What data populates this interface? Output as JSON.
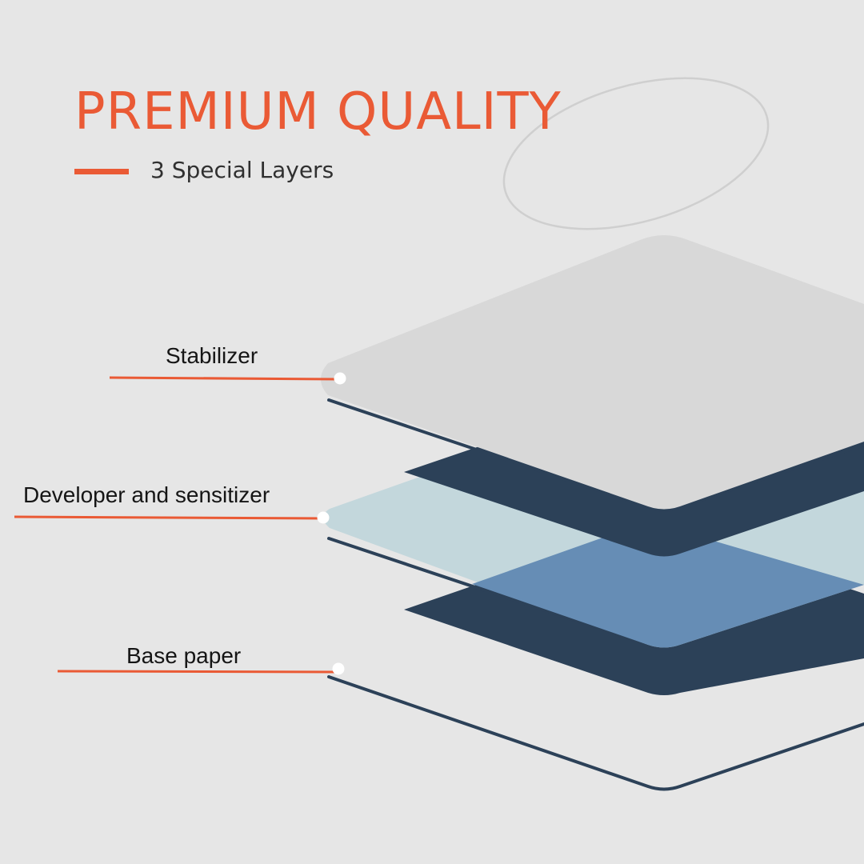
{
  "header": {
    "title": "PREMIUM QUALITY",
    "subtitle": "3 Special Layers"
  },
  "layers": [
    {
      "label": "Stabilizer",
      "color": "#d8d8d8"
    },
    {
      "label": "Developer and sensitizer",
      "color": "#c3d7dc"
    },
    {
      "label": "Base paper",
      "color": "#2c4158"
    }
  ],
  "colors": {
    "background": "#e6e6e6",
    "accent": "#ea5a35",
    "navy": "#2c4158",
    "sheet_light_gray": "#d8d8d8",
    "sheet_light_blue": "#c3d7dc",
    "sheet_mid_blue": "#668db5",
    "pointer_dot": "#ffffff"
  }
}
